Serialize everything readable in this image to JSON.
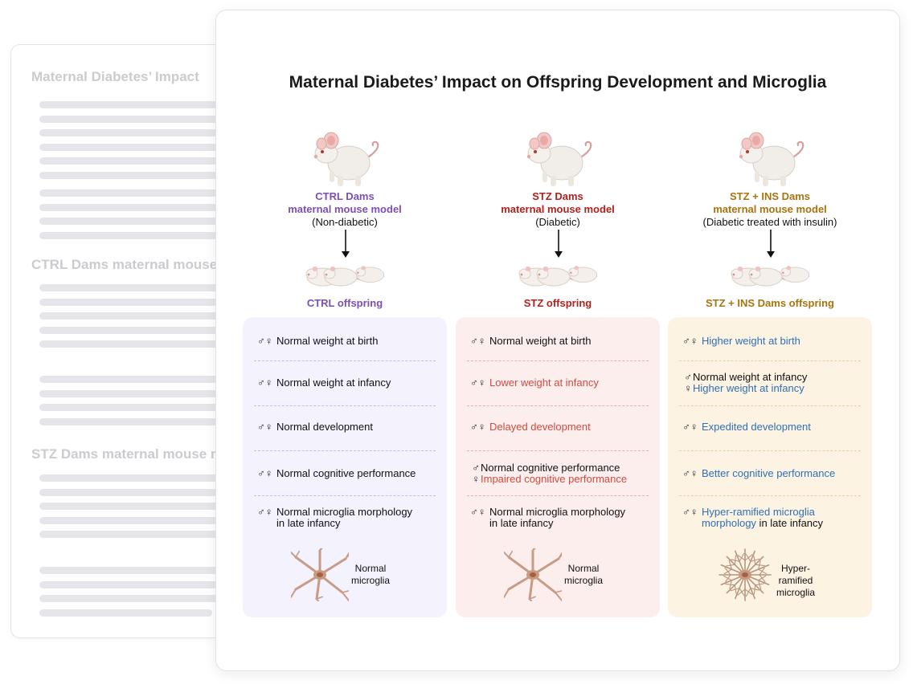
{
  "back_card": {
    "headings": [
      "Maternal Diabetes’ Impact",
      "CTRL Dams maternal mouse",
      "STZ Dams maternal mouse m"
    ]
  },
  "title": "Maternal Diabetes’ Impact on Offspring Development and Microglia",
  "colors": {
    "ctrl": "#7b4fb5",
    "stz": "#b2211c",
    "ins": "#a9730e",
    "improved_text": "#2f6fb5",
    "impaired_text": "#d24a3e",
    "ctrl_panel_bg": "#f3f2fd",
    "stz_panel_bg": "#fdeeee",
    "ins_panel_bg": "#fdf3e3"
  },
  "columns": [
    {
      "dams_name": "CTRL Dams",
      "dams_model": "maternal mouse model",
      "dams_desc": "(Non-diabetic)",
      "offspring": "CTRL offspring",
      "rows": [
        {
          "lines": [
            {
              "sym": "♂♀",
              "parts": [
                {
                  "t": "Normal weight at birth",
                  "c": ""
                }
              ]
            }
          ]
        },
        {
          "lines": [
            {
              "sym": "♂♀",
              "parts": [
                {
                  "t": "Normal weight at infancy",
                  "c": ""
                }
              ]
            }
          ]
        },
        {
          "lines": [
            {
              "sym": "♂♀",
              "parts": [
                {
                  "t": "Normal development",
                  "c": ""
                }
              ]
            }
          ]
        },
        {
          "lines": [
            {
              "sym": "♂♀",
              "parts": [
                {
                  "t": "Normal cognitive performance",
                  "c": ""
                }
              ]
            }
          ]
        },
        {
          "lines": [
            {
              "sym": "♂♀",
              "parts": [
                {
                  "t": "Normal microglia morphology",
                  "c": ""
                }
              ]
            },
            {
              "sym": "",
              "parts": [
                {
                  "t": "in late infancy",
                  "c": ""
                }
              ]
            }
          ]
        }
      ],
      "microglia_label": [
        "Normal",
        "microglia"
      ],
      "microglia_type": "normal-microglia-icon"
    },
    {
      "dams_name": "STZ Dams",
      "dams_model": "maternal mouse model",
      "dams_desc": "(Diabetic)",
      "offspring": "STZ offspring",
      "rows": [
        {
          "lines": [
            {
              "sym": "♂♀",
              "parts": [
                {
                  "t": "Normal weight at birth",
                  "c": ""
                }
              ]
            }
          ]
        },
        {
          "lines": [
            {
              "sym": "♂♀",
              "parts": [
                {
                  "t": "Lower weight at infancy",
                  "c": "c-lred"
                }
              ]
            }
          ]
        },
        {
          "lines": [
            {
              "sym": "♂♀",
              "parts": [
                {
                  "t": "Delayed development",
                  "c": "c-lred"
                }
              ]
            }
          ]
        },
        {
          "lines": [
            {
              "sym": "♂",
              "parts": [
                {
                  "t": "Normal cognitive performance",
                  "c": ""
                }
              ]
            },
            {
              "sym": "♀",
              "parts": [
                {
                  "t": "Impaired cognitive performance",
                  "c": "c-lred"
                }
              ]
            }
          ]
        },
        {
          "lines": [
            {
              "sym": "♂♀",
              "parts": [
                {
                  "t": "Normal microglia morphology",
                  "c": ""
                }
              ]
            },
            {
              "sym": "",
              "parts": [
                {
                  "t": "in late infancy",
                  "c": ""
                }
              ]
            }
          ]
        }
      ],
      "microglia_label": [
        "Normal",
        "microglia"
      ],
      "microglia_type": "normal-microglia-icon"
    },
    {
      "dams_name": "STZ + INS Dams",
      "dams_model": "maternal mouse model",
      "dams_desc": "(Diabetic treated with insulin)",
      "offspring": "STZ + INS Dams offspring",
      "rows": [
        {
          "lines": [
            {
              "sym": "♂♀",
              "parts": [
                {
                  "t": "Higher weight at birth",
                  "c": "c-blue"
                }
              ]
            }
          ]
        },
        {
          "lines": [
            {
              "sym": "♂",
              "parts": [
                {
                  "t": "Normal weight at infancy",
                  "c": ""
                }
              ]
            },
            {
              "sym": "♀",
              "parts": [
                {
                  "t": "Higher weight at infancy",
                  "c": "c-blue"
                }
              ]
            }
          ]
        },
        {
          "lines": [
            {
              "sym": "♂♀",
              "parts": [
                {
                  "t": "Expedited development",
                  "c": "c-blue"
                }
              ]
            }
          ]
        },
        {
          "lines": [
            {
              "sym": "♂♀",
              "parts": [
                {
                  "t": "Better cognitive performance",
                  "c": "c-blue"
                }
              ]
            }
          ]
        },
        {
          "lines": [
            {
              "sym": "♂♀",
              "parts": [
                {
                  "t": "Hyper-ramified microglia",
                  "c": "c-blue"
                }
              ]
            },
            {
              "sym": "",
              "parts": [
                {
                  "t": "morphology",
                  "c": "c-blue"
                },
                {
                  "t": " in late infancy",
                  "c": ""
                }
              ]
            }
          ]
        }
      ],
      "microglia_label": [
        "Hyper-ramified",
        "microglia"
      ],
      "microglia_type": "hyper-ramified-microglia-icon"
    }
  ]
}
